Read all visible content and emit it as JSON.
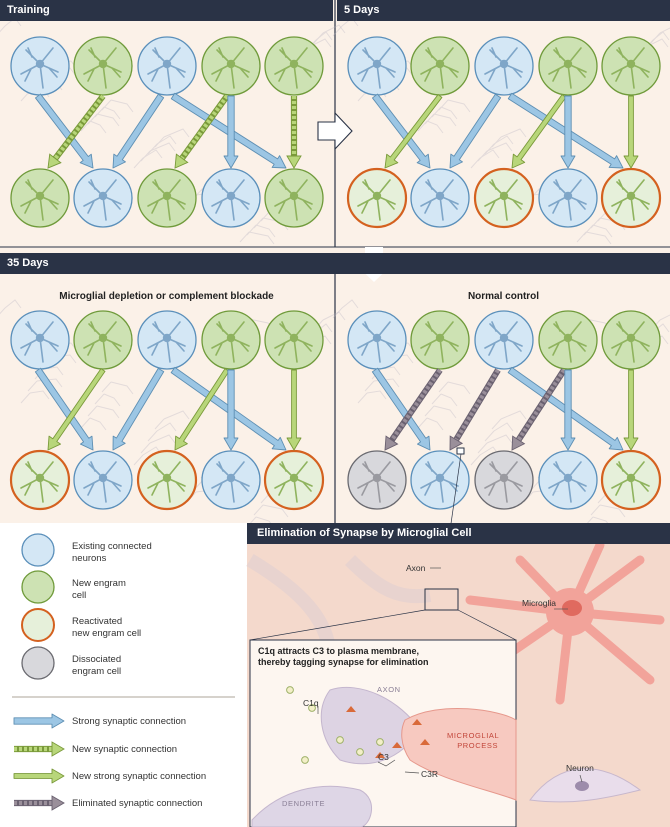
{
  "panels": {
    "training": {
      "title": "Training"
    },
    "five_days": {
      "title": "5 Days"
    },
    "thirty_five_days": {
      "title": "35 Days"
    },
    "depletion": {
      "subtitle": "Microglial depletion or complement blockade"
    },
    "normal": {
      "subtitle": "Normal control"
    }
  },
  "legend": {
    "cells": [
      {
        "label": "Existing connected neurons",
        "line1": "Existing connected",
        "line2": "neurons",
        "fill": "#d4e7f5",
        "stroke": "#5a8fba"
      },
      {
        "label": "New engram cell",
        "line1": "New engram",
        "line2": "cell",
        "fill": "#cde2b3",
        "stroke": "#6f9a3a"
      },
      {
        "label": "Reactivated new engram cell",
        "line1": "Reactivated",
        "line2": "new engram cell",
        "fill": "#e6f0da",
        "stroke": "#d4611f"
      },
      {
        "label": "Dissociated engram cell",
        "line1": "Dissociated",
        "line2": "engram cell",
        "fill": "#d8d8dc",
        "stroke": "#6a6a70"
      }
    ],
    "connections": [
      {
        "label": "Strong synaptic connection",
        "style": "strong"
      },
      {
        "label": "New synaptic connection",
        "style": "new"
      },
      {
        "label": "New strong synaptic connection",
        "style": "newstrong"
      },
      {
        "label": "Eliminated synaptic connection",
        "style": "eliminated"
      }
    ]
  },
  "synapse_panel": {
    "title": "Elimination of Synapse by Microglial Cell",
    "axon_label": "Axon",
    "microglia_label": "Microglia",
    "neuron_label": "Neuron",
    "inset_title_line1": "C1q attracts C3 to plasma membrane,",
    "inset_title_line2": "thereby tagging synapse for elimination",
    "c1q": "C1q",
    "c3": "C3",
    "c3r": "C3R",
    "axon_caps": "AXON",
    "microglial_line1": "MICROGLIAL",
    "microglial_line2": "PROCESS",
    "dendrite_caps": "DENDRITE"
  },
  "colors": {
    "header": "#2a3346",
    "strong_arrow": "#9cc6e4",
    "new_arrow": "#b8d67a",
    "eliminated_arrow": "#9a8f9a",
    "reactivated_ring": "#d4611f"
  }
}
